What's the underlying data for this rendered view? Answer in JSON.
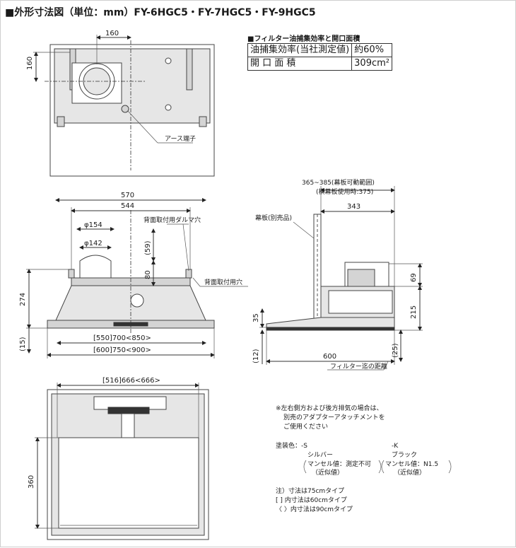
{
  "title": "■外形寸法図（単位：mm）FY-6HGC5・FY-7HGC5・FY-9HGC5",
  "spec": {
    "heading": "■フィルター油捕集効率と開口面積",
    "rows": [
      {
        "label": "油捕集効率(当社測定値)",
        "value": "約60%"
      },
      {
        "label": "開 口 面 積",
        "value": "309cm²"
      }
    ]
  },
  "top_view": {
    "dim_width": "160",
    "dim_height": "160",
    "label_earth": "アース端子"
  },
  "front_view": {
    "dim_570": "570",
    "dim_544": "544",
    "dim_phi154": "φ154",
    "dim_phi142": "φ142",
    "dim_59": "(59)",
    "dim_80": "80",
    "dim_274": "274",
    "dim_15": "(15)",
    "dim_550": "[550]700<850>",
    "dim_600": "[600]750<900>",
    "label_daruma": "背面取付用ダルマ穴",
    "label_rear_hole": "背面取付用穴"
  },
  "side_view": {
    "dim_range": "365~385(幕板可動範囲)",
    "dim_range_sub": "(横幕板使用時:375)",
    "dim_343": "343",
    "label_panel": "幕板(別売品)",
    "dim_69": "69",
    "dim_215": "215",
    "dim_35": "35",
    "dim_12": "(12)",
    "dim_600": "600",
    "dim_25": "(25)",
    "label_filter": "フィルター迄の距離"
  },
  "bottom_view": {
    "dim_width": "[516]666<666>",
    "dim_360": "360"
  },
  "notes": {
    "adapter_1": "※左右側方および後方排気の場合は、",
    "adapter_2": "別売のアダプターアタッチメントを",
    "adapter_3": "ご使用ください",
    "paint_label": "塗装色：-S",
    "paint_s_name": "シルバー",
    "paint_s_munsell": "マンセル値：測定不可",
    "paint_s_approx": "（近似値）",
    "paint_k_code": "-K",
    "paint_k_name": "ブラック",
    "paint_k_munsell": "マンセル値：N1.5",
    "paint_k_approx": "（近似値）",
    "legend_1": "注）寸法は75cmタイプ",
    "legend_2": "[ ] 内寸法は60cmタイプ",
    "legend_3": "〈 〉内寸法は90cmタイプ"
  }
}
